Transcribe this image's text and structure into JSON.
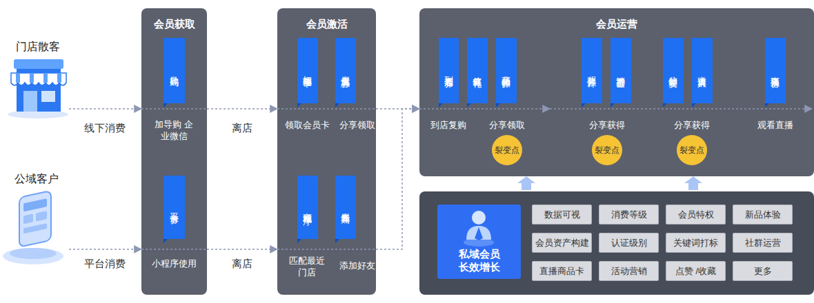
{
  "diagram": {
    "nodes": [
      {
        "text": [
          "门店散客"
        ]
      },
      {
        "text": [
          "公域客户"
        ]
      },
      {
        "text": [
          "会员获取"
        ]
      },
      {
        "text": [
          "导购码"
        ],
        "in": 2
      },
      {
        "text": [
          "平台卡券"
        ],
        "in": 2
      },
      {
        "text": [
          "会员激活"
        ]
      },
      {
        "text": [
          "短期体验卡"
        ],
        "in": 5
      },
      {
        "text": [
          "专属优惠券"
        ],
        "in": 5
      },
      {
        "text": [
          "商城小程序"
        ],
        "in": 5
      },
      {
        "text": [
          "专属导购"
        ],
        "in": 5
      },
      {
        "text": [
          "会员运营"
        ]
      },
      {
        "text": [
          "到店专属券"
        ],
        "in": 10
      },
      {
        "text": [
          "储值有礼"
        ],
        "in": 10
      },
      {
        "text": [
          "商品折扣券"
        ],
        "in": 10
      },
      {
        "text": [
          "积分累计"
        ],
        "in": 10
      },
      {
        "text": [
          "消费基金"
        ],
        "in": 10
      },
      {
        "text": [
          "分销裂变"
        ],
        "in": 10
      },
      {
        "text": [
          "邀请入群"
        ],
        "in": 10
      },
      {
        "text": [
          "直播预告"
        ],
        "in": 10
      },
      {
        "text": [
          "裂变点"
        ],
        "in": 10
      },
      {
        "text": [
          "裂变点"
        ],
        "in": 10
      },
      {
        "text": [
          "裂变点"
        ],
        "in": 10
      },
      {
        "text": [
          "私域会员 长效增长"
        ]
      },
      {
        "text": [
          "数据可视"
        ]
      },
      {
        "text": [
          "消费等级"
        ]
      },
      {
        "text": [
          "会员特权"
        ]
      },
      {
        "text": [
          "新品体验"
        ]
      },
      {
        "text": [
          "会员资产构建"
        ]
      },
      {
        "text": [
          "认证级别"
        ]
      },
      {
        "text": [
          "关键词打标"
        ]
      },
      {
        "text": [
          "社群运营"
        ]
      },
      {
        "text": [
          "直播商品卡"
        ]
      },
      {
        "text": [
          "活动营销"
        ]
      },
      {
        "text": [
          "点赞 /收藏"
        ]
      },
      {
        "text": [
          "更多"
        ]
      }
    ],
    "edges": [
      {
        "from": 0,
        "to": 2,
        "label": "线下消费",
        "arrow": "to"
      },
      {
        "from": 2,
        "to": 5,
        "label": "离店",
        "arrow": "to"
      },
      {
        "from": 5,
        "to": 10,
        "arrow": "to"
      },
      {
        "from": 1,
        "to": 2,
        "label": "平台消费",
        "arrow": "to"
      },
      {
        "from": 2,
        "to": 5,
        "label": "离店",
        "arrow": "to"
      },
      {
        "from": 5,
        "to": 10,
        "arrow": "to"
      }
    ],
    "labels": [
      "加导购 企业微信",
      "领取会员卡",
      "分享领取",
      "到店复购",
      "分享领取",
      "分享获得",
      "分享获得",
      "观看直播",
      "小程序使用",
      "匹配最近 门店",
      "添加好友"
    ]
  }
}
